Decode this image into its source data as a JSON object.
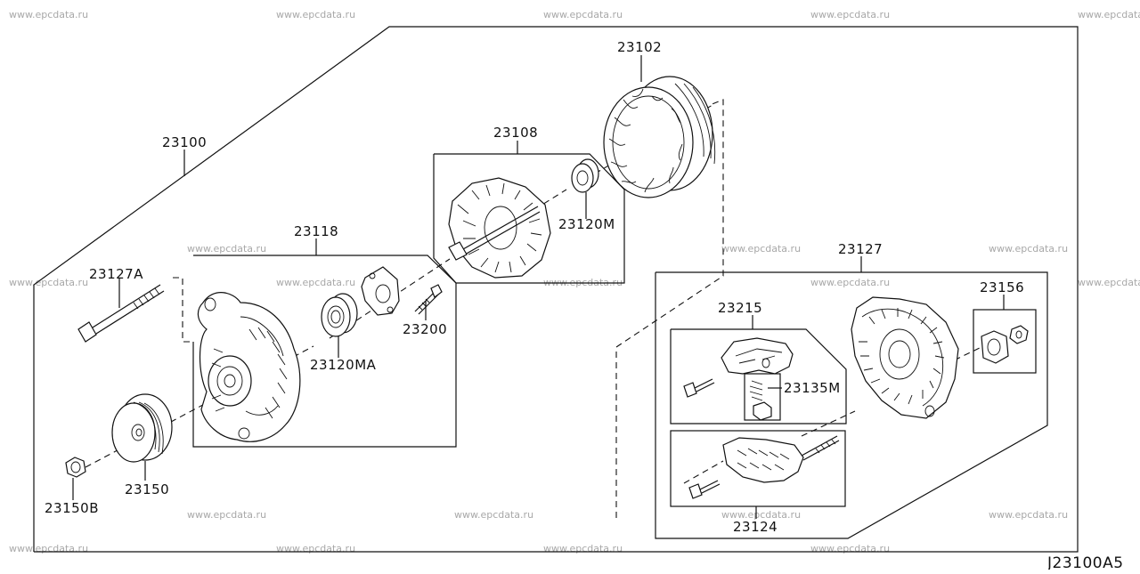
{
  "watermark": "www.epcdata.ru",
  "diagram_code": "J23100A5",
  "parts": {
    "p23100": "23100",
    "p23102": "23102",
    "p23108": "23108",
    "p23118": "23118",
    "p23127A": "23127A",
    "p23120M": "23120M",
    "p23120MA": "23120MA",
    "p23200": "23200",
    "p23150": "23150",
    "p23150B": "23150B",
    "p23127": "23127",
    "p23215": "23215",
    "p23135M": "23135M",
    "p23156": "23156",
    "p23124": "23124"
  },
  "colors": {
    "line": "#111111",
    "watermark": "#a8a8a8",
    "background": "#ffffff"
  }
}
